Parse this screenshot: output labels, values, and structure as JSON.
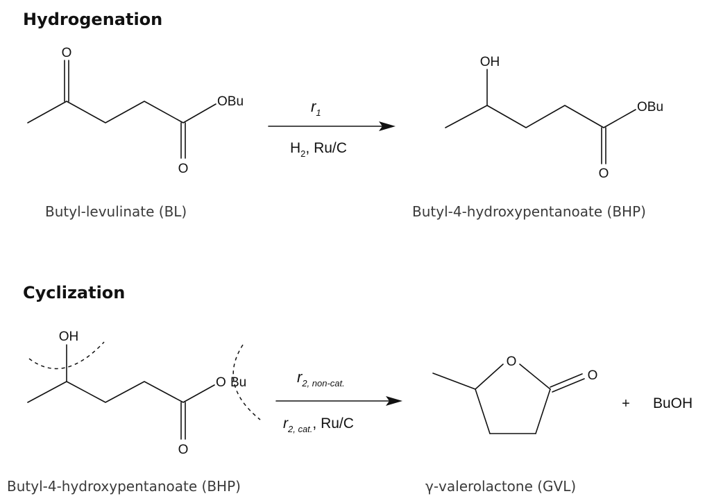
{
  "sections": {
    "hydrogenation": {
      "title": "Hydrogenation",
      "reactant": {
        "name": "Butyl-levulinate (BL)",
        "atoms": {
          "ketone_o": "O",
          "ester_obu": "OBu",
          "carbonyl_o": "O"
        }
      },
      "arrow": {
        "rate": "r",
        "rate_sub": "1",
        "reagent_h": "H",
        "reagent_sub": "2",
        "reagent_rest": ", Ru/C"
      },
      "product": {
        "name": "Butyl-4-hydroxypentanoate (BHP)",
        "atoms": {
          "hydroxyl": "OH",
          "ester_obu": "OBu",
          "carbonyl_o": "O"
        }
      }
    },
    "cyclization": {
      "title": "Cyclization",
      "reactant": {
        "name": "Butyl-4-hydroxypentanoate (BHP)",
        "atoms": {
          "hydroxyl": "OH",
          "ester_o": "O",
          "butyl": "Bu",
          "carbonyl_o": "O"
        }
      },
      "arrow": {
        "rate_top": "r",
        "rate_top_sub": "2, non-cat.",
        "rate_bottom": "r",
        "rate_bottom_sub": "2, cat.",
        "rate_bottom_rest": ", Ru/C"
      },
      "product": {
        "name": "γ-valerolactone (GVL)",
        "atoms": {
          "ring_o": "O",
          "carbonyl_o": "O"
        }
      },
      "plus": "+",
      "byproduct": "BuOH"
    }
  }
}
